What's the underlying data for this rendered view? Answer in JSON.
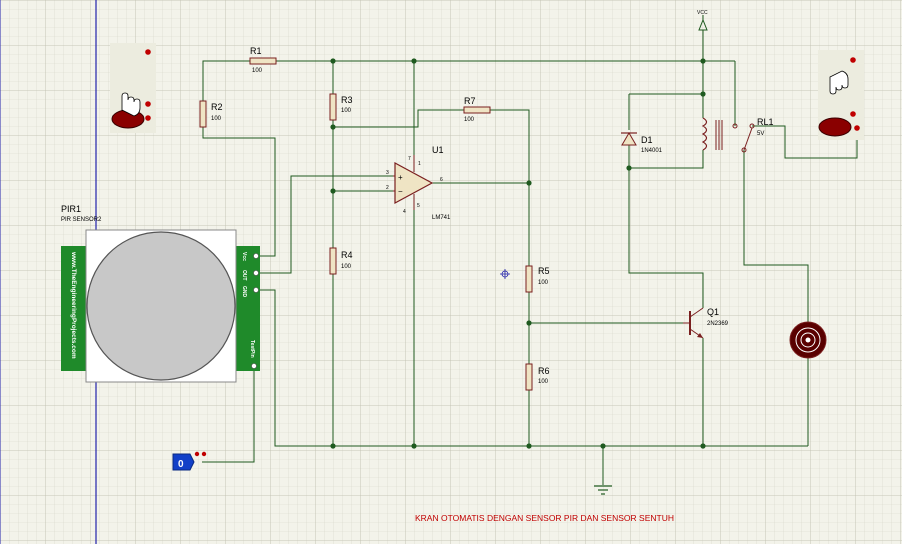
{
  "colors": {
    "background": "#f3f3ea",
    "grid_minor": "#d6d6c8",
    "grid_major": "#bdbdad",
    "wire": "#1f5a1f",
    "component": "#7a1f1f",
    "component_fill": "#efe4c4",
    "label": "#000000",
    "title": "#c00000",
    "sheet_border": "#2222aa",
    "pir_board": "#1f8a2a",
    "pin_red": "#c00000",
    "terminal": "#1240c8"
  },
  "components": {
    "r1": {
      "ref": "R1",
      "value": "100"
    },
    "r2": {
      "ref": "R2",
      "value": "100"
    },
    "r3": {
      "ref": "R3",
      "value": "100"
    },
    "r4": {
      "ref": "R4",
      "value": "100"
    },
    "r5": {
      "ref": "R5",
      "value": "100"
    },
    "r6": {
      "ref": "R6",
      "value": "100"
    },
    "r7": {
      "ref": "R7",
      "value": "100"
    },
    "u1": {
      "ref": "U1",
      "value": "LM741",
      "pin3": "3",
      "pin2": "2",
      "pin6": "6",
      "pin7": "7",
      "pin4": "4",
      "pin5": "5",
      "pin1": "1"
    },
    "d1": {
      "ref": "D1",
      "value": "1N4001"
    },
    "q1": {
      "ref": "Q1",
      "value": "2N2369"
    },
    "rl1": {
      "ref": "RL1",
      "value": "5V"
    },
    "pir1": {
      "ref": "PIR1",
      "value": "PIR SENSOR2",
      "pin_vcc": "Vcc",
      "pin_out": "OUT",
      "pin_gnd": "GND",
      "pin_testpin": "TestPin",
      "website": "www.TheEngineeringProjects.com"
    },
    "vcc": {
      "label": "VCC"
    },
    "logic_state": {
      "value": "0"
    }
  },
  "title": "KRAN OTOMATIS DENGAN SENSOR PIR DAN SENSOR SENTUH"
}
